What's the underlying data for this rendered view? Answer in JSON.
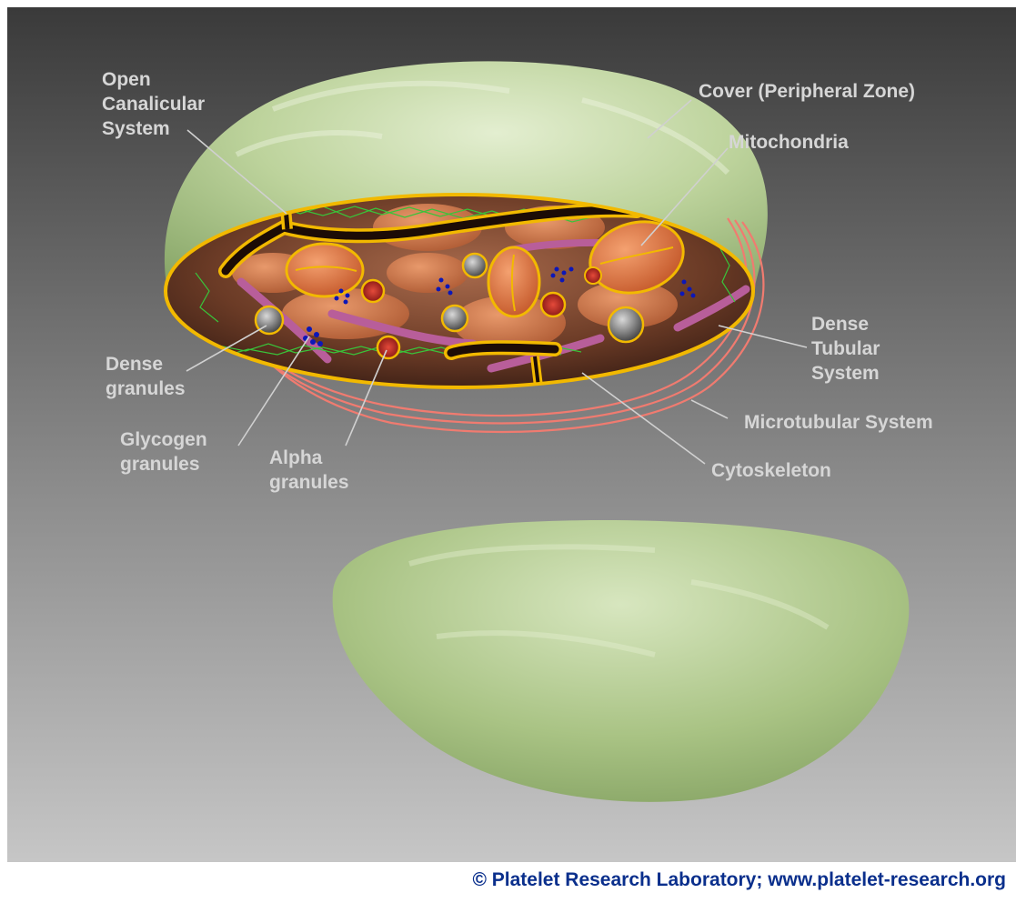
{
  "colors": {
    "background_top": "#3c3c3c",
    "background_bottom": "#c4c4c4",
    "cover": "#b9cf98",
    "membrane_outline": "#f2b900",
    "mitochondria": "#d9733f",
    "dense_tubular": "#b85e9a",
    "microtubules": "#f07b70",
    "cytoskeleton": "#39c43a",
    "glycogen": "#0c17b8",
    "label_text": "#d6d6d6",
    "copyright_text": "#0a2f8c"
  },
  "labels": {
    "ocs": [
      "Open",
      "Canalicular",
      "System"
    ],
    "cover": [
      "Cover (Peripheral Zone)"
    ],
    "mito": [
      "Mitochondria"
    ],
    "dts": [
      "Dense",
      "Tubular",
      "System"
    ],
    "mts": [
      "Microtubular System"
    ],
    "cyto": [
      "Cytoskeleton"
    ],
    "alpha": [
      "Alpha",
      "granules"
    ],
    "glyco": [
      "Glycogen",
      "granules"
    ],
    "dense": [
      "Dense",
      "granules"
    ]
  },
  "copyright": "© Platelet Research Laboratory; www.platelet-research.org"
}
